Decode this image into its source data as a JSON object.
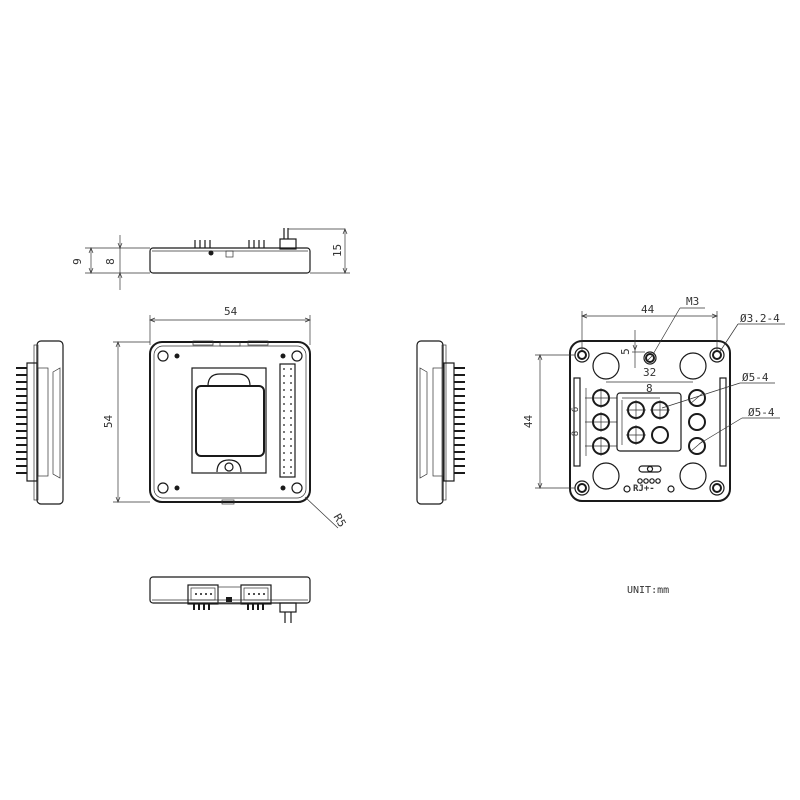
{
  "drawing": {
    "unit_label": "UNIT:mm",
    "line_color": "#1a1a1a",
    "background": "#ffffff"
  },
  "side_view_top": {
    "dim_left_outer": "9",
    "dim_left_inner": "8",
    "dim_right_height": "15"
  },
  "front_view": {
    "width": "54",
    "height": "54",
    "corner_radius": "R5"
  },
  "back_view": {
    "mount_spacing_h": "44",
    "mount_spacing_v": "44",
    "mount_hole_callout": "Ø3.2-4",
    "thread_callout": "M3",
    "thread_offset_v": "5",
    "thread_offset_h": "32",
    "center_spacing": "8",
    "hole_callout_1": "Ø5-4",
    "hole_callout_2": "Ø5-4",
    "left_col_spacing_1": "6",
    "left_col_spacing_2": "8",
    "silkscreen": "RJ+-"
  }
}
